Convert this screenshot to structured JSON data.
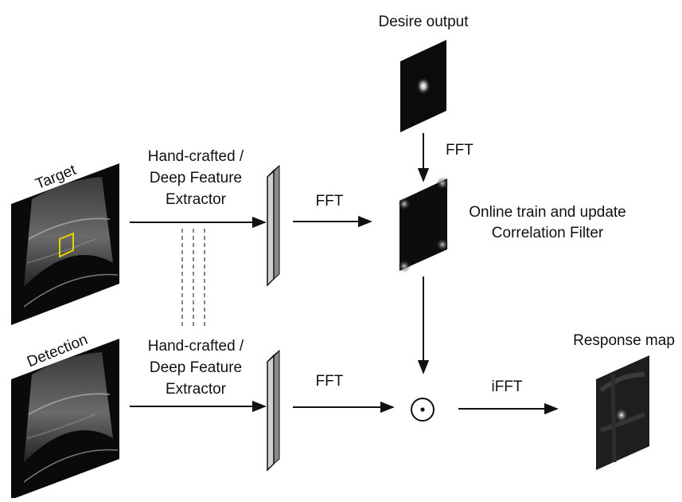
{
  "labels": {
    "desire_output": "Desire output",
    "target": "Target",
    "detection": "Detection",
    "extractor_top": [
      "Hand-crafted /",
      "Deep Feature",
      "Extractor"
    ],
    "extractor_bottom": [
      "Hand-crafted /",
      "Deep Feature",
      "Extractor"
    ],
    "fft_top": "FFT",
    "fft_bottom": "FFT",
    "fft_vertical": "FFT",
    "filter": [
      "Online train and update",
      "Correlation Filter"
    ],
    "ifft": "iFFT",
    "response_map": "Response map"
  },
  "colors": {
    "line": "#111111",
    "image_dark": "#0a0a0a",
    "feature_plane": "#cfcfcf",
    "roi_box": "#e6d200"
  },
  "icons": {
    "multiply": "circled-dot"
  }
}
